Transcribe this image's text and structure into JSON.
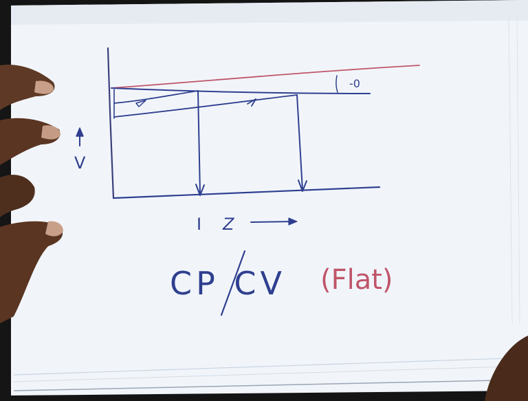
{
  "annotations": {
    "angle_label": "-0",
    "y_axis_label": "V",
    "x_axis_label": "I",
    "x_axis_scribble": "Z",
    "title_main": "CP/CV",
    "title_note": "(Flat)"
  },
  "colors": {
    "paper": "#f2f6fb",
    "ink_blue": "#2f3f8f",
    "ink_red": "#c0556a",
    "skin": "#5a3522",
    "frame": "#121212"
  }
}
